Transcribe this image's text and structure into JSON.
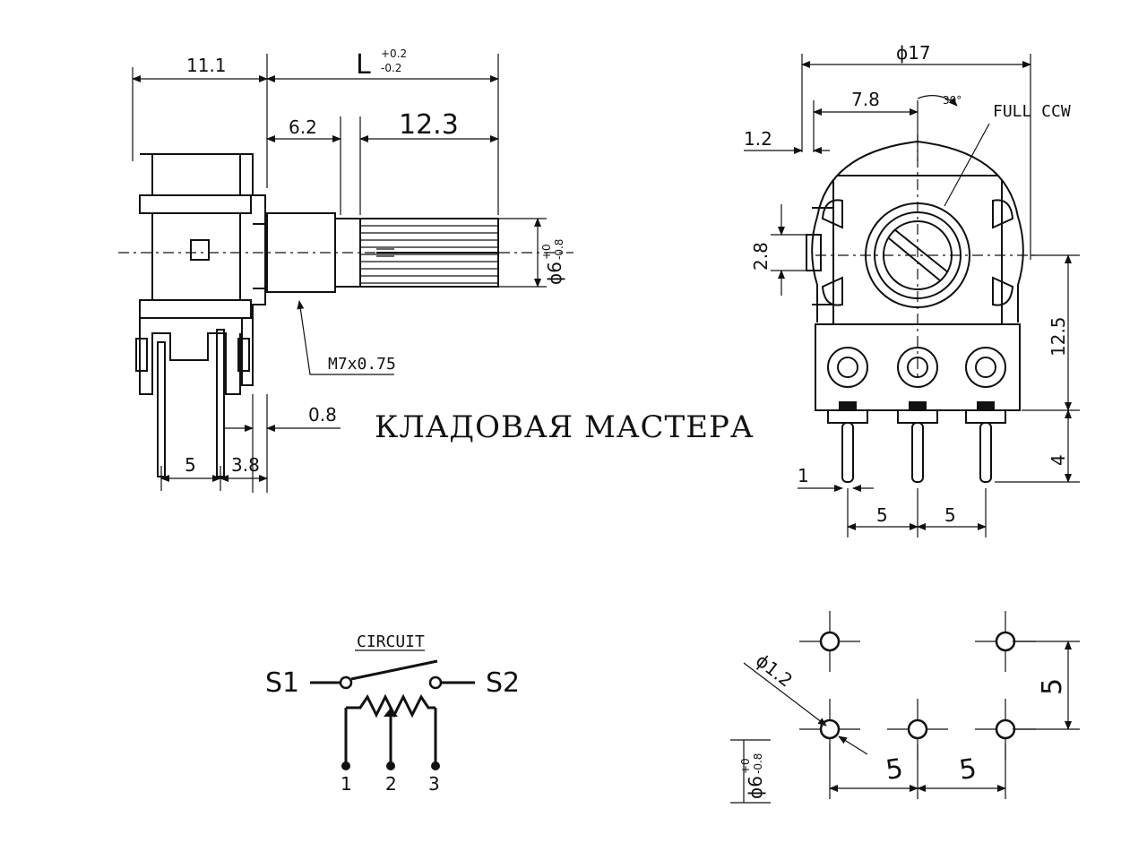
{
  "side_view": {
    "dim_body_length": "11.1",
    "dim_L": "L",
    "dim_L_tol_plus": "+0.2",
    "dim_L_tol_minus": "-0.2",
    "dim_bushing": "6.2",
    "dim_knurl": "12.3",
    "dim_shaft_dia": "ϕ6",
    "dim_shaft_tol_plus": "+0",
    "dim_shaft_tol_minus": "-0.8",
    "thread_label": "M7x0.75",
    "dim_offset": "0.8",
    "dim_pin_spacing": "5",
    "dim_pin_offset": "3.8"
  },
  "front_view": {
    "dim_diameter": "ϕ17",
    "dim_center_offset": "7.8",
    "dim_angle": "30°",
    "label_full_ccw": "FULL CCW",
    "dim_tab_width": "1.2",
    "dim_tab_height": "2.8",
    "dim_pin_height": "12.5",
    "dim_pin_length": "4",
    "dim_pin_width": "1",
    "dim_pin_pitch_1": "5",
    "dim_pin_pitch_2": "5"
  },
  "circuit": {
    "title": "CIRCUIT",
    "switch_left": "S1",
    "switch_right": "S2",
    "pin_1": "1",
    "pin_2": "2",
    "pin_3": "3"
  },
  "pcb_layout": {
    "dim_hole_dia": "ϕ1.2",
    "dim_row_spacing": "5",
    "dim_pitch_1": "5",
    "dim_pitch_2": "5",
    "dim_shaft_dia": "ϕ6",
    "dim_shaft_tol_plus": "+0",
    "dim_shaft_tol_minus": "-0.8"
  },
  "watermark": "КЛАДОВАЯ МАСТЕРА"
}
